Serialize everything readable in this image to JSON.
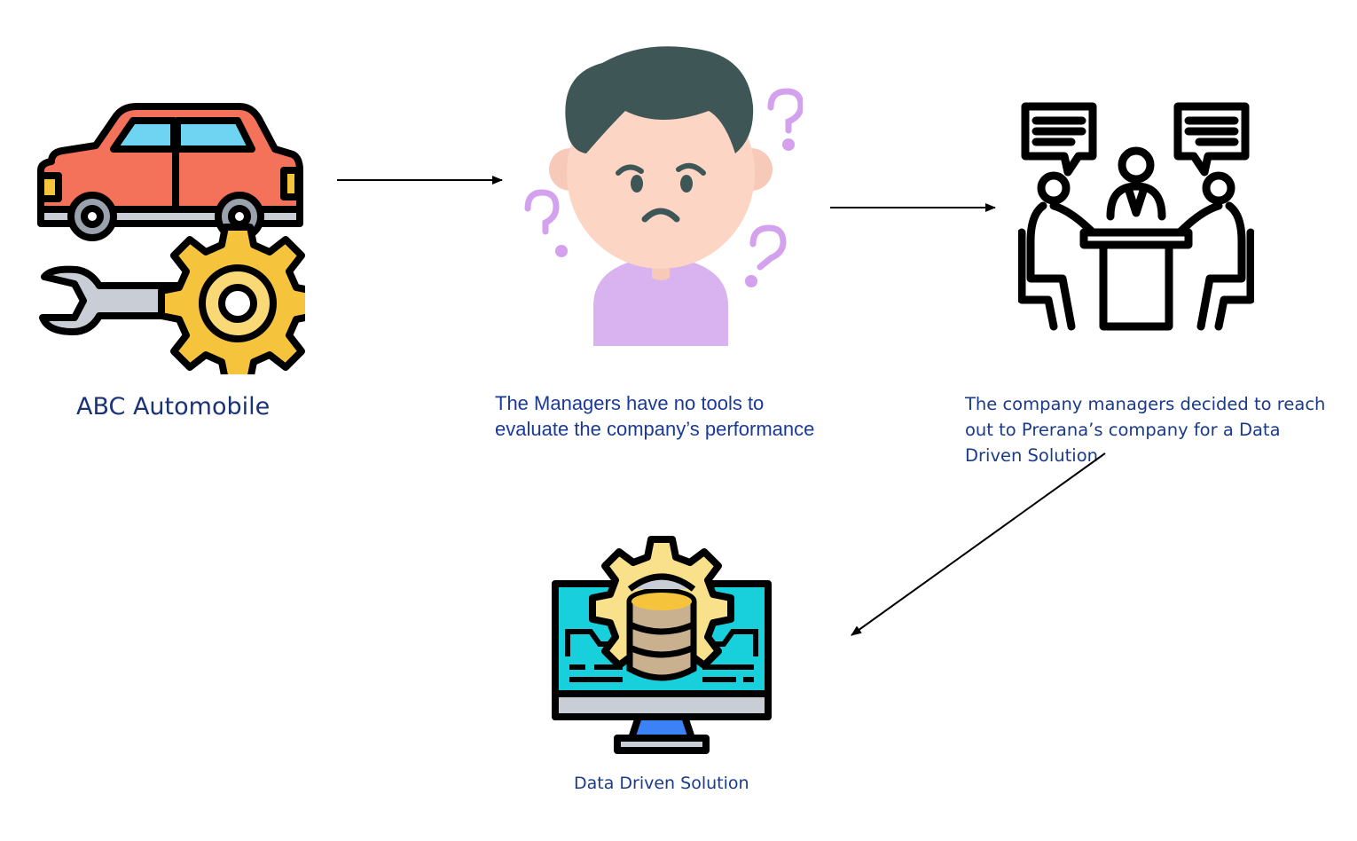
{
  "nodes": {
    "automobile": {
      "label": "ABC Automobile",
      "icon": "car-wrench-gear-icon"
    },
    "managers": {
      "label_lines": [
        "The Managers have no tools to",
        "evaluate the company’s performance"
      ],
      "icon": "confused-person-icon"
    },
    "meeting": {
      "label_lines": [
        "The company managers decided to reach",
        "out to Prerana’s company for a Data",
        "Driven Solution"
      ],
      "icon": "business-meeting-icon"
    },
    "solution": {
      "label": "Data Driven Solution",
      "icon": "database-monitor-icon"
    }
  },
  "edges": [
    {
      "from": "automobile",
      "to": "managers"
    },
    {
      "from": "managers",
      "to": "meeting"
    },
    {
      "from": "meeting",
      "to": "solution"
    }
  ],
  "colors": {
    "label_text": "#1a3a8a",
    "arrow": "#000000",
    "car_body": "#f4715a",
    "gear": "#f6c33d",
    "person_shirt": "#d9b3ef",
    "hair": "#3f5657",
    "monitor_screen": "#18d0dc"
  }
}
